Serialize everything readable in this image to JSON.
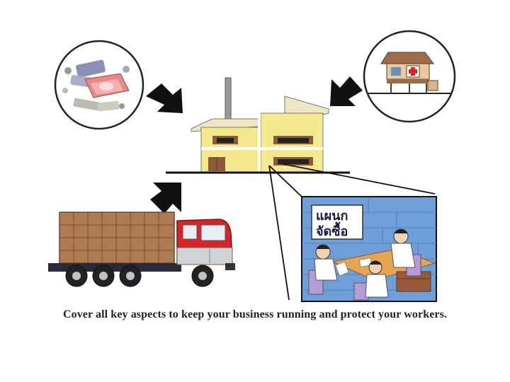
{
  "caption": "Cover all key aspects to keep your business running and protect your workers.",
  "office_sign": {
    "line1": "แผนก",
    "line2": "จัดซื้อ"
  },
  "colors": {
    "house_wall": "#f6e88c",
    "house_trim": "#ffffff",
    "window_shutter": "#8a5a3a",
    "truck_cab": "#d8232a",
    "truck_cargo": "#b07a52",
    "office_wall": "#6f9fd8",
    "office_table": "#e7a552",
    "money_pink": "#e58a8a",
    "clinic_roof": "#9b6b4a",
    "clinic_cross": "#d8232a"
  },
  "icons": [
    "money-icon",
    "clinic-icon",
    "arrow-icon",
    "factory-icon",
    "truck-icon",
    "office-icon"
  ]
}
